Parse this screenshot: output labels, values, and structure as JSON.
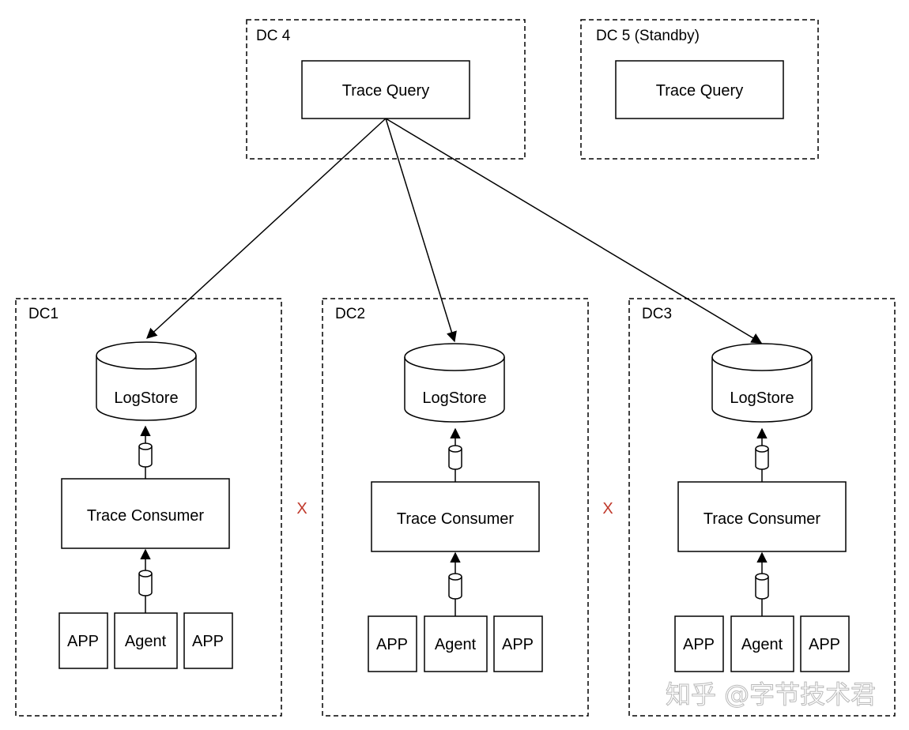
{
  "dc4": {
    "label": "DC 4",
    "query_label": "Trace Query"
  },
  "dc5": {
    "label": "DC 5 (Standby)",
    "query_label": "Trace Query"
  },
  "dcs": [
    {
      "label": "DC1",
      "logstore": "LogStore",
      "consumer": "Trace Consumer",
      "apps": [
        "APP",
        "Agent",
        "APP"
      ]
    },
    {
      "label": "DC2",
      "logstore": "LogStore",
      "consumer": "Trace Consumer",
      "apps": [
        "APP",
        "Agent",
        "APP"
      ]
    },
    {
      "label": "DC3",
      "logstore": "LogStore",
      "consumer": "Trace Consumer",
      "apps": [
        "APP",
        "Agent",
        "APP"
      ]
    }
  ],
  "separators": [
    "X",
    "X"
  ],
  "separator_color": "#c0392b",
  "watermark": "知乎 @字节技术君"
}
